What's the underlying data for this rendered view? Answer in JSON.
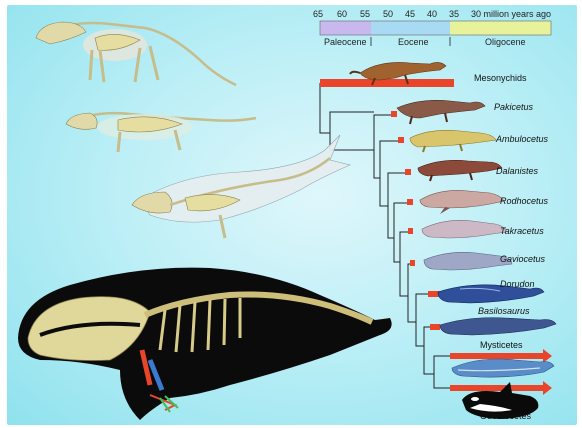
{
  "timeline": {
    "ticks": [
      "65",
      "60",
      "55",
      "50",
      "45",
      "40",
      "35",
      "30 million years ago"
    ],
    "epochs": [
      "Paleocene",
      "Eocene",
      "Oligocene"
    ],
    "colors": {
      "paleocene": "#c9b8ee",
      "eocene": "#a8daf4",
      "oligocene": "#e7f29a"
    }
  },
  "taxa": [
    {
      "name": "Mesonychids",
      "italic": false
    },
    {
      "name": "Pakicetus",
      "italic": true
    },
    {
      "name": "Ambulocetus",
      "italic": true
    },
    {
      "name": "Dalanistes",
      "italic": true
    },
    {
      "name": "Rodhocetus",
      "italic": true
    },
    {
      "name": "Takracetus",
      "italic": true
    },
    {
      "name": "Gaviocetus",
      "italic": true
    },
    {
      "name": "Dorudon",
      "italic": true
    },
    {
      "name": "Basilosaurus",
      "italic": true
    },
    {
      "name": "Mysticetes",
      "italic": false
    },
    {
      "name": "Odontocetes",
      "italic": false
    }
  ],
  "colors": {
    "range_bar": "#e8452a",
    "tree_line": "#222222",
    "bone": "#e6dea0",
    "whale_body": "#0b0b0b"
  },
  "illustrations": {
    "left": [
      "mesonychid-skeleton",
      "ambulocetus-skeleton",
      "dorudon-skeleton",
      "bowhead-whale-skeleton"
    ],
    "right": [
      "mesonychid",
      "pakicetus",
      "ambulocetus",
      "dalanistes",
      "rodhocetus",
      "takracetus",
      "gaviocetus",
      "dorudon",
      "basilosaurus",
      "mysticete",
      "orca"
    ]
  }
}
